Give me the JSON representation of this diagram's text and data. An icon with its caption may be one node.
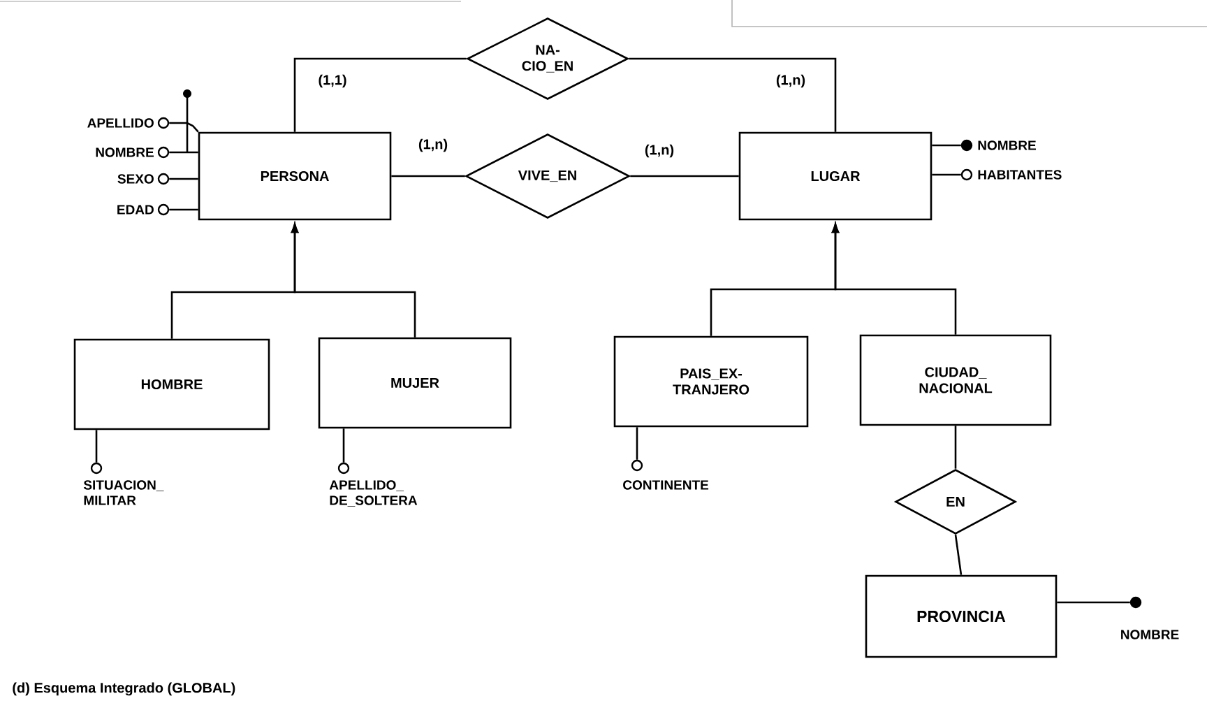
{
  "diagram": {
    "caption": "(d) Esquema Integrado (GLOBAL)",
    "nodes": [
      {
        "text": [
          "NA- CIO_EN"
        ]
      },
      {
        "text": [],
        "shape": "circle",
        "beside": [
          "APELLIDO"
        ]
      },
      {
        "text": [],
        "shape": "circle",
        "beside": [
          "NOMBRE"
        ]
      },
      {
        "text": [],
        "shape": "circle",
        "beside": [
          "SEXO"
        ]
      },
      {
        "text": [],
        "shape": "circle",
        "beside": [
          "EDAD"
        ]
      },
      {
        "text": [
          "PERSONA"
        ]
      },
      {
        "text": [
          "VIVE_EN"
        ]
      },
      {
        "text": [
          "LUGAR"
        ]
      },
      {
        "text": [],
        "shape": "dot",
        "beside": [
          "NOMBRE"
        ]
      },
      {
        "text": [],
        "shape": "circle",
        "beside": [
          "HABITANTES"
        ]
      },
      {
        "text": [
          "HOMBRE"
        ]
      },
      {
        "text": [
          "MUJER"
        ]
      },
      {
        "text": [
          "PAIS_EX- TRANJERO"
        ]
      },
      {
        "text": [
          "CIUDAD_ NACIONAL"
        ]
      },
      {
        "text": [],
        "shape": "circle",
        "beside": [
          "SITUACION_ MILITAR"
        ]
      },
      {
        "text": [],
        "shape": "circle",
        "beside": [
          "APELLIDO_ DE_SOLTERA"
        ]
      },
      {
        "text": [],
        "shape": "circle",
        "beside": [
          "CONTINENTE"
        ]
      },
      {
        "text": [
          "EN"
        ]
      },
      {
        "text": [
          "PROVINCIA"
        ]
      },
      {
        "text": [],
        "shape": "dot",
        "beside": [
          "NOMBRE"
        ]
      }
    ],
    "edges": [
      {
        "from": 5,
        "to": 0,
        "arrow": "none",
        "label": "(1,1)"
      },
      {
        "from": 0,
        "to": 7,
        "arrow": "none",
        "label": "(1,n)"
      },
      {
        "from": 5,
        "to": 6,
        "arrow": "none",
        "label": "(1,n)"
      },
      {
        "from": 6,
        "to": 7,
        "arrow": "none",
        "label": "(1,n)"
      },
      {
        "from": 5,
        "to": 1,
        "arrow": "none"
      },
      {
        "from": 5,
        "to": 2,
        "arrow": "none"
      },
      {
        "from": 5,
        "to": 3,
        "arrow": "none"
      },
      {
        "from": 5,
        "to": 4,
        "arrow": "none"
      },
      {
        "from": 7,
        "to": 8,
        "arrow": "none"
      },
      {
        "from": 7,
        "to": 9,
        "arrow": "none"
      },
      {
        "from": 10,
        "to": 5,
        "arrow": "to"
      },
      {
        "from": 11,
        "to": 5,
        "arrow": "to"
      },
      {
        "from": 12,
        "to": 7,
        "arrow": "to"
      },
      {
        "from": 13,
        "to": 7,
        "arrow": "to"
      },
      {
        "from": 10,
        "to": 14,
        "arrow": "none"
      },
      {
        "from": 11,
        "to": 15,
        "arrow": "none"
      },
      {
        "from": 12,
        "to": 16,
        "arrow": "none"
      },
      {
        "from": 13,
        "to": 17,
        "arrow": "none"
      },
      {
        "from": 17,
        "to": 18,
        "arrow": "none"
      },
      {
        "from": 18,
        "to": 19,
        "arrow": "none"
      }
    ]
  }
}
